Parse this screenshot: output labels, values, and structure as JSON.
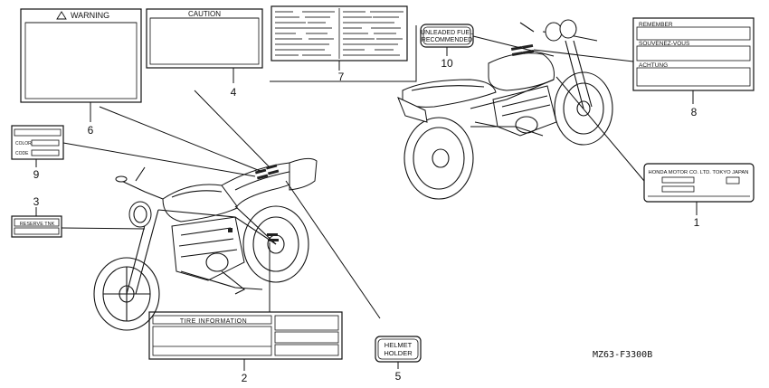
{
  "labels": {
    "warning": "WARNING",
    "caution": "CAUTION",
    "color": "COLOR",
    "code": "CODE",
    "reserve": "RESERVE TNK",
    "tire": "TIRE INFORMATION",
    "helmet_line1": "HELMET",
    "helmet_line2": "HOLDER",
    "fuel_line1": "UNLEADED FUEL",
    "fuel_line2": "RECOMMENDED",
    "remember": "REMEMBER",
    "souvenez": "SOUVENEZ-VOUS",
    "achtung": "ACHTUNG",
    "honda": "HONDA MOTOR CO. LTD. TOKYO JAPAN"
  },
  "numbers": {
    "n1": "1",
    "n2": "2",
    "n3": "3",
    "n4": "4",
    "n5": "5",
    "n6": "6",
    "n7": "7",
    "n8": "8",
    "n9": "9",
    "n10": "10"
  },
  "diagram_code": "MZ63-F3300B"
}
